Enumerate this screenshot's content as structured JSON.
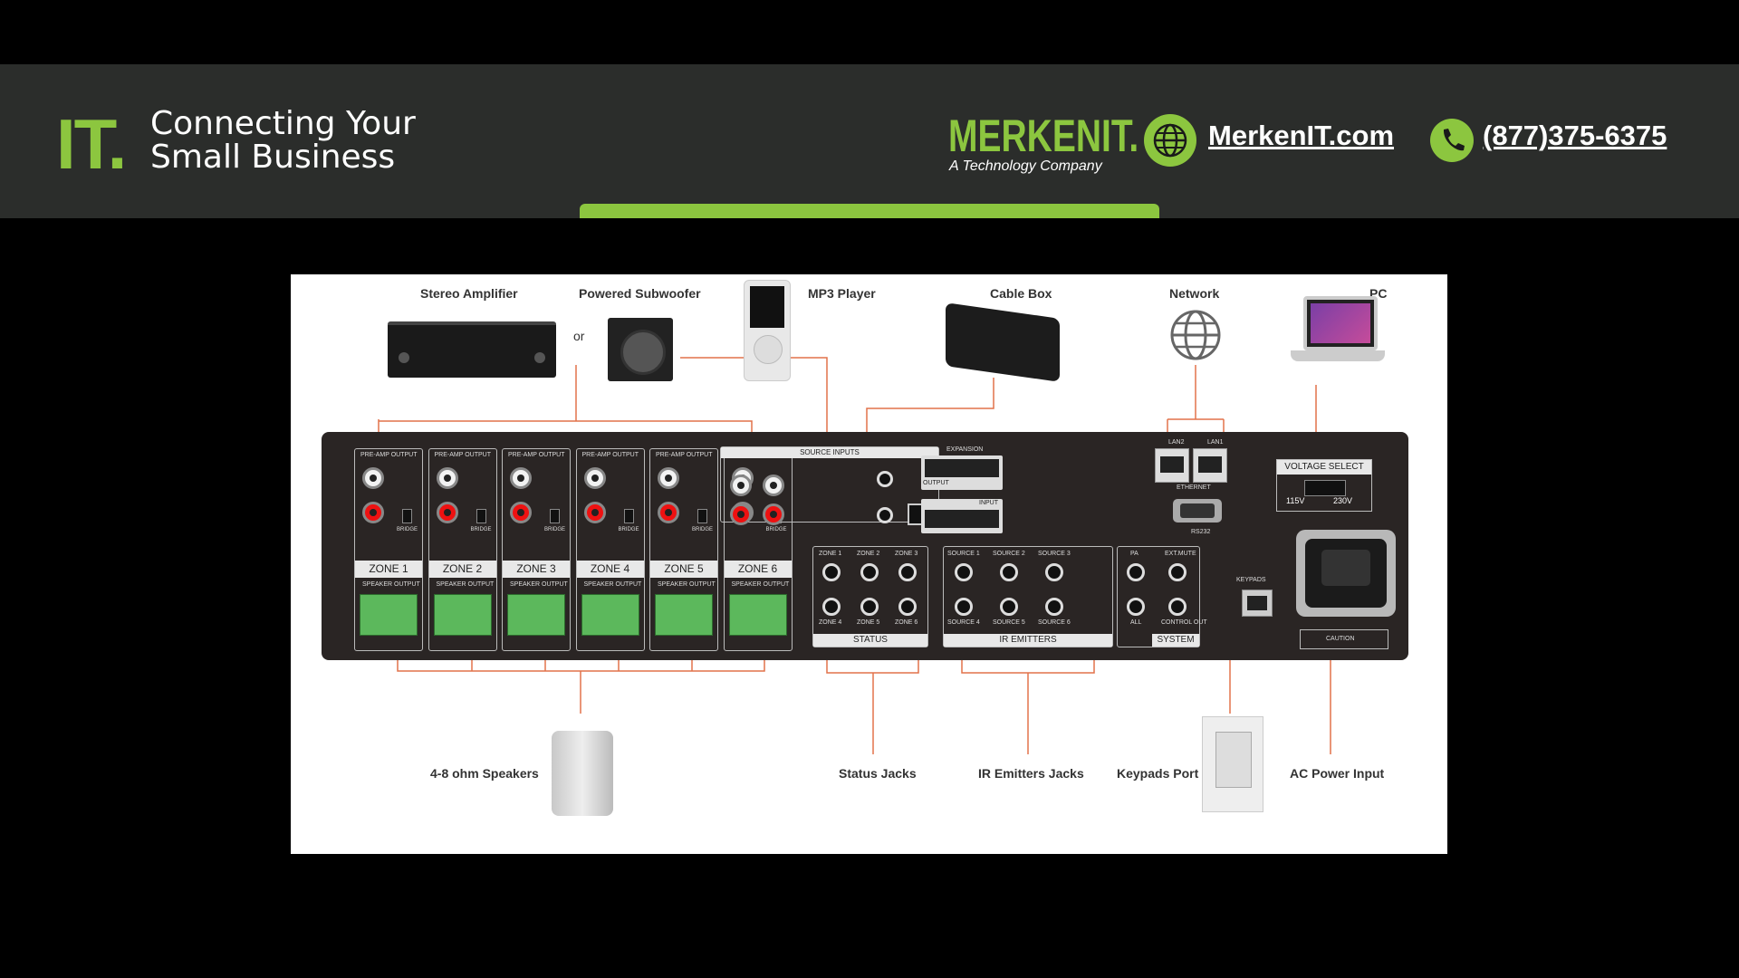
{
  "header": {
    "logo_text": "IT.",
    "tagline_line1": "Connecting Your",
    "tagline_line2": "Small Business",
    "brand_name": "MERKENIT.",
    "brand_subtitle": "A Technology Company",
    "website": "MerkenIT.com",
    "phone": "(877)375-6375",
    "accent_color": "#8cc63f",
    "banner_color": "#2b2d2b"
  },
  "diagram": {
    "devices_top": {
      "stereo_amplifier": "Stereo Amplifier",
      "or": "or",
      "powered_subwoofer": "Powered Subwoofer",
      "mp3_player": "MP3 Player",
      "cable_box": "Cable Box",
      "network": "Network",
      "pc": "PC"
    },
    "devices_bottom": {
      "speakers": "4-8 ohm Speakers",
      "status_jacks": "Status Jacks",
      "ir_emitters_jacks": "IR Emitters Jacks",
      "keypads_port": "Keypads Port",
      "ac_power_input": "AC Power Input"
    },
    "panel": {
      "pre_amp_output": "PRE-AMP OUTPUT",
      "speaker_output": "SPEAKER OUTPUT",
      "bridge": "BRIDGE",
      "zones": [
        "ZONE 1",
        "ZONE 2",
        "ZONE 3",
        "ZONE 4",
        "ZONE 5",
        "ZONE 6"
      ],
      "source_inputs": "SOURCE INPUTS",
      "expansion": "EXPANSION",
      "output": "OUTPUT",
      "input": "INPUT",
      "lan2": "LAN2",
      "lan1": "LAN1",
      "ethernet": "ETHERNET",
      "rs232": "RS232",
      "voltage_select": "VOLTAGE SELECT",
      "v115": "115V",
      "v230": "230V",
      "status": "STATUS",
      "status_zones_top": [
        "ZONE 1",
        "ZONE 2",
        "ZONE 3"
      ],
      "status_zones_bottom": [
        "ZONE 4",
        "ZONE 5",
        "ZONE 6"
      ],
      "ir_emitters": "IR EMITTERS",
      "sources_top": [
        "SOURCE 1",
        "SOURCE 2",
        "SOURCE 3"
      ],
      "sources_bottom": [
        "SOURCE 4",
        "SOURCE 5",
        "SOURCE 6"
      ],
      "pa": "PA",
      "ext_mute": "EXT.MUTE",
      "all": "ALL",
      "control_out": "CONTROL OUT",
      "system": "SYSTEM",
      "keypads": "KEYPADS",
      "caution": "CAUTION"
    }
  }
}
